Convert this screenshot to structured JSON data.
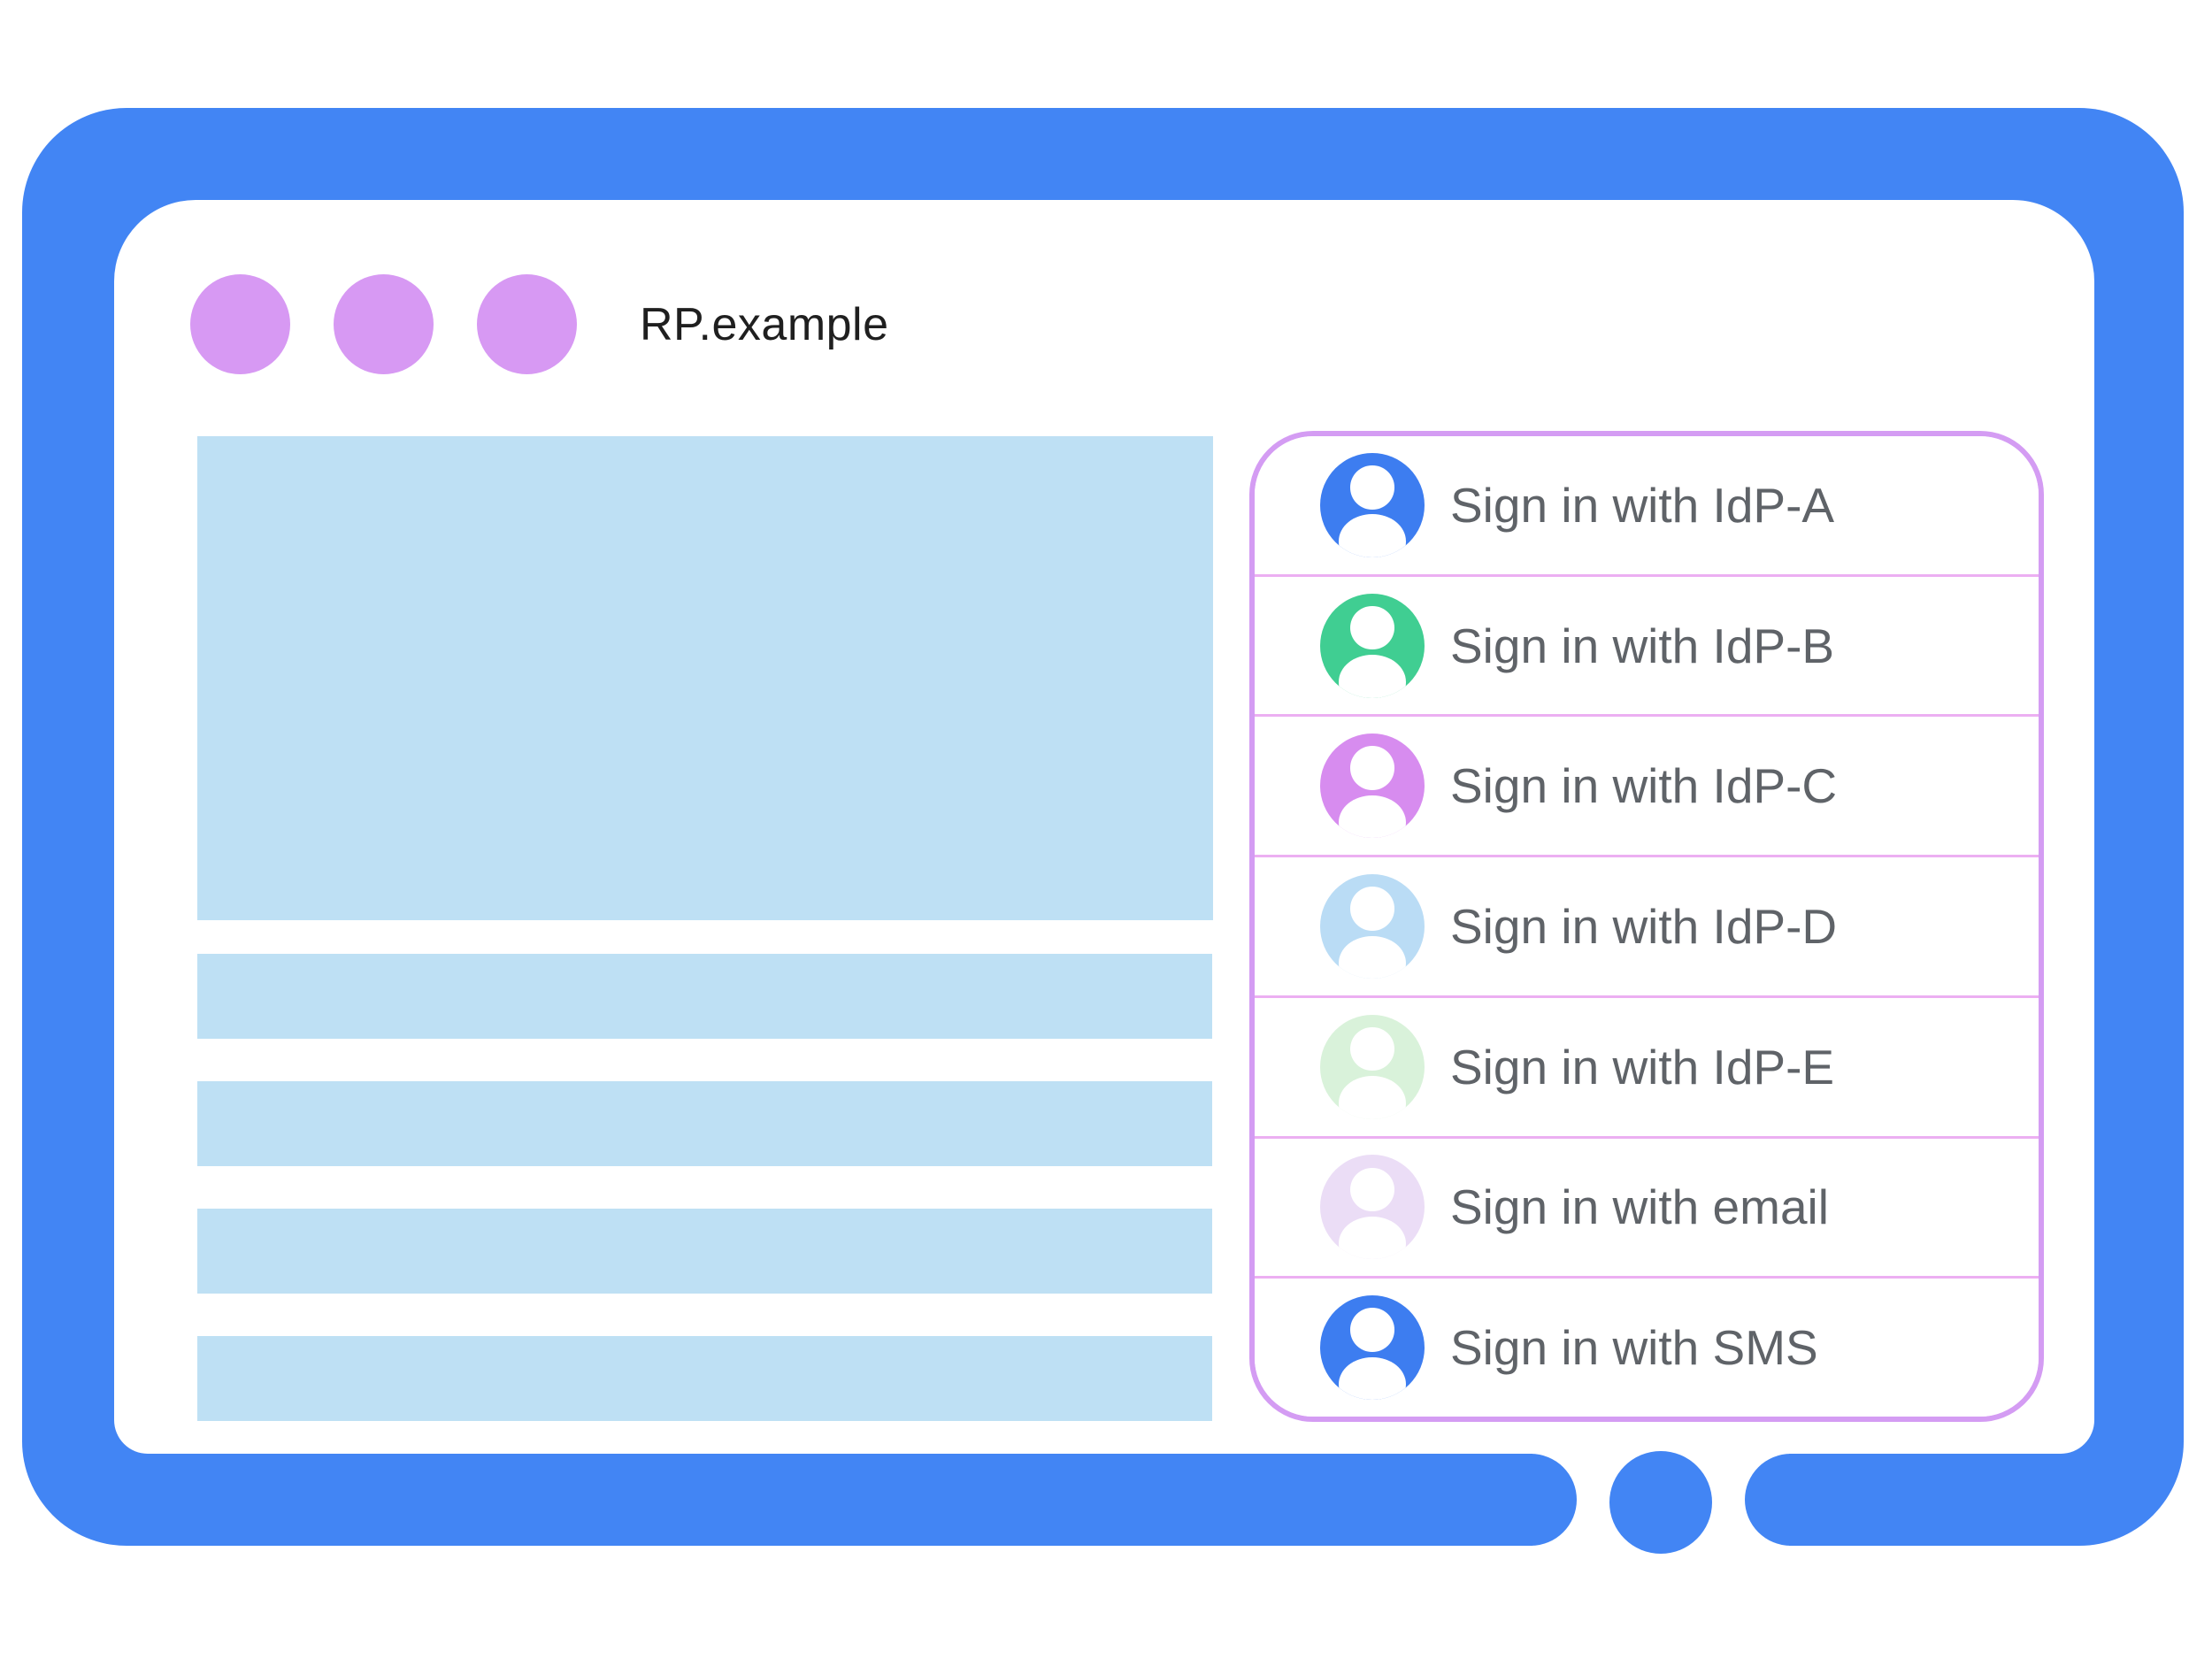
{
  "colors": {
    "frame_blue": "#4285F4",
    "placeholder_blue": "#BEE0F4",
    "dot_purple": "#D799F3",
    "panel_border": "#D49CF3",
    "divider": "#ECAFF2",
    "label_gray": "#5F6368",
    "title_color": "#1F1F1F",
    "avatar_glyph": "#FFFFFF"
  },
  "window": {
    "title": "RP.example",
    "control_dots": 3
  },
  "signin_panel": {
    "items": [
      {
        "label": "Sign in with IdP-A",
        "avatar_color": "#3D7DF0"
      },
      {
        "label": "Sign in with IdP-B",
        "avatar_color": "#40CE92"
      },
      {
        "label": "Sign in with IdP-C",
        "avatar_color": "#D78CEF"
      },
      {
        "label": "Sign in with IdP-D",
        "avatar_color": "#BADCF5"
      },
      {
        "label": "Sign in with IdP-E",
        "avatar_color": "#D9F2DA"
      },
      {
        "label": "Sign in with email",
        "avatar_color": "#EBDDF6"
      },
      {
        "label": "Sign in with SMS",
        "avatar_color": "#3D7DF0"
      }
    ]
  }
}
